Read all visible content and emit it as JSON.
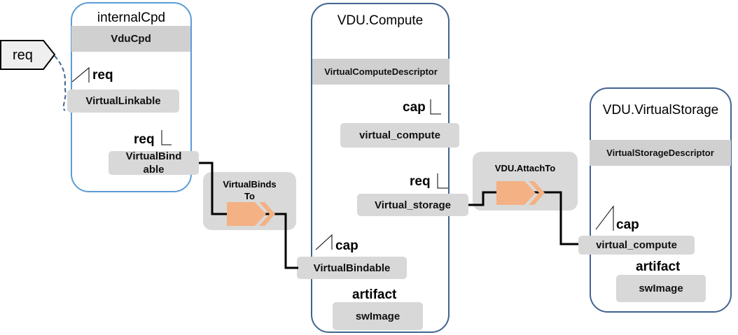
{
  "external": {
    "req_label": "req"
  },
  "internalCpd": {
    "title": "internalCpd",
    "type_label": "VduCpd",
    "req1_label": "req",
    "linkable": "VirtualLinkable",
    "req2_label": "req",
    "bindable_line1": "VirtualBind",
    "bindable_line2": "able"
  },
  "vdu_compute": {
    "title": "VDU.Compute",
    "type_label": "VirtualComputeDescriptor",
    "cap1_label": "cap",
    "virtual_compute": "virtual_compute",
    "req_label": "req",
    "virtual_storage": "Virtual_storage",
    "cap2_label": "cap",
    "virtual_bindable": "VirtualBindable",
    "artifact_label": "artifact",
    "artifact_value": "swImage"
  },
  "vdu_storage": {
    "title": "VDU.VirtualStorage",
    "type_label": "VirtualStorageDescriptor",
    "cap_label": "cap",
    "virtual_compute": "virtual_compute",
    "artifact_label": "artifact",
    "artifact_value": "swImage"
  },
  "relationships": {
    "binds_line1": "VirtualBinds",
    "binds_line2": "To",
    "attach": "VDU.AttachTo"
  },
  "colors": {
    "node_border_light": "#5b9bd5",
    "node_border_dark": "#41648f",
    "relationship_arrow": "#f4b183",
    "box_fill": "#d8d8d8"
  }
}
